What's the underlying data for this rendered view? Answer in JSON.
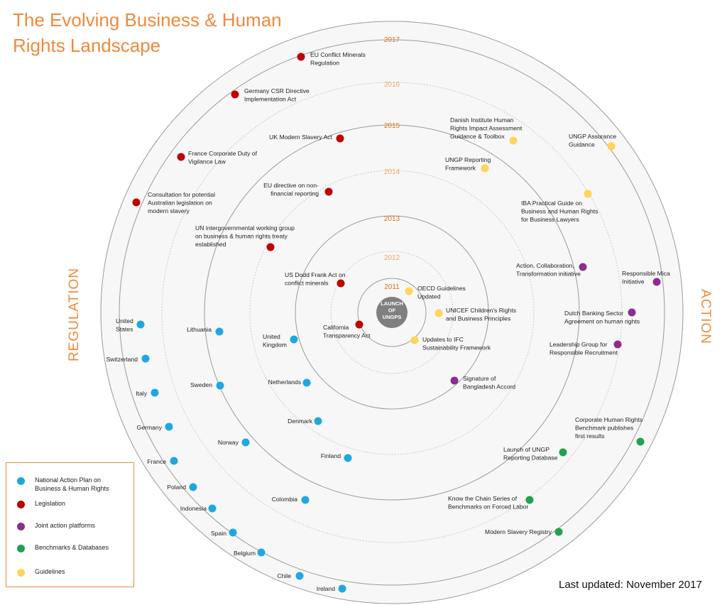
{
  "title": {
    "line1": "The Evolving Business & Human",
    "line2": "Rights Landscape"
  },
  "side_labels": {
    "left": "REGULATION",
    "right": "ACTION"
  },
  "last_updated": "Last updated: November 2017",
  "center": {
    "lines": [
      "LAUNCH",
      "OF",
      "UNGPS"
    ]
  },
  "years": [
    "2011",
    "2012",
    "2013",
    "2014",
    "2015",
    "2016",
    "2017"
  ],
  "colors": {
    "accent": "#ee8a3c",
    "national_action_plan": "#1fa8e0",
    "legislation": "#c00000",
    "joint_action": "#8e2c8e",
    "benchmarks": "#20a050",
    "guidelines": "#ffd45a",
    "center": "#7f7f7f",
    "ring": "#d9d9d9"
  },
  "legend": [
    {
      "label": "National Action Plan on\nBusiness & Human Rights",
      "category": "national_action_plan"
    },
    {
      "label": "Legislation",
      "category": "legislation"
    },
    {
      "label": "Joint action platforms",
      "category": "joint_action"
    },
    {
      "label": "Benchmarks & Databases",
      "category": "benchmarks"
    },
    {
      "label": "Guidelines",
      "category": "guidelines"
    }
  ],
  "events": [
    {
      "label": "EU Conflict Minerals\nRegulation",
      "category": "legislation"
    },
    {
      "label": "Germany CSR Directive\nImplementation Act",
      "category": "legislation"
    },
    {
      "label": "UK Modern Slavery Act",
      "category": "legislation"
    },
    {
      "label": "France Corporate Duty of\nVigilance Law",
      "category": "legislation"
    },
    {
      "label": "EU directive on non-\nfinancial reporting",
      "category": "legislation"
    },
    {
      "label": "Consultation for potential\nAustralian legislation on\nmodern slavery",
      "category": "legislation"
    },
    {
      "label": "UN intergovernmental working group\non business & human rights treaty\nestablished",
      "category": "legislation"
    },
    {
      "label": "US Dodd Frank Act on\nconflict minerals",
      "category": "legislation"
    },
    {
      "label": "California\nTransparency Act",
      "category": "legislation"
    },
    {
      "label": "Danish Institute Human\nRights Impact Assessment\nGuidance & Toolbox",
      "category": "guidelines"
    },
    {
      "label": "UNGP Assurance\nGuidance",
      "category": "guidelines"
    },
    {
      "label": "UNGP Reporting\nFramework",
      "category": "guidelines"
    },
    {
      "label": "IBA Practical Guide on\nBusiness and Human Rights\nfor Business Lawyers",
      "category": "guidelines"
    },
    {
      "label": "OECD Guidelines\nUpdated",
      "category": "guidelines"
    },
    {
      "label": "UNICEF Children's Rights\nand Business Principles",
      "category": "guidelines"
    },
    {
      "label": "Updates to IFC\nSustainability Framework",
      "category": "guidelines"
    },
    {
      "label": "Action, Collaboration,\nTransformation initiative",
      "category": "joint_action"
    },
    {
      "label": "Responsible Mica\nInitiative",
      "category": "joint_action"
    },
    {
      "label": "Dutch Banking Sector\nAgreement on human rights",
      "category": "joint_action"
    },
    {
      "label": "Leadership Group for\nResponsible Recruitment",
      "category": "joint_action"
    },
    {
      "label": "Signature of\nBangladesh Accord",
      "category": "joint_action"
    },
    {
      "label": "Corporate Human Rights\nBenchmark publishes\nfirst  results",
      "category": "benchmarks"
    },
    {
      "label": "Launch of UNGP\nReporting Database",
      "category": "benchmarks"
    },
    {
      "label": "Know the Chain Series of\nBenchmarks on Forced Labor",
      "category": "benchmarks"
    },
    {
      "label": "Modern Slavery Registry",
      "category": "benchmarks"
    },
    {
      "label": "United\nStates",
      "category": "national_action_plan"
    },
    {
      "label": "Lithuania",
      "category": "national_action_plan"
    },
    {
      "label": "United\nKingdom",
      "category": "national_action_plan"
    },
    {
      "label": "Switzerland",
      "category": "national_action_plan"
    },
    {
      "label": "Italy",
      "category": "national_action_plan"
    },
    {
      "label": "Sweden",
      "category": "national_action_plan"
    },
    {
      "label": "Netherlands",
      "category": "national_action_plan"
    },
    {
      "label": "Germany",
      "category": "national_action_plan"
    },
    {
      "label": "Denmark",
      "category": "national_action_plan"
    },
    {
      "label": "Norway",
      "category": "national_action_plan"
    },
    {
      "label": "Finland",
      "category": "national_action_plan"
    },
    {
      "label": "France",
      "category": "national_action_plan"
    },
    {
      "label": "Poland",
      "category": "national_action_plan"
    },
    {
      "label": "Indonesia",
      "category": "national_action_plan"
    },
    {
      "label": "Colombia",
      "category": "national_action_plan"
    },
    {
      "label": "Spain",
      "category": "national_action_plan"
    },
    {
      "label": "Belgium",
      "category": "national_action_plan"
    },
    {
      "label": "Chile",
      "category": "national_action_plan"
    },
    {
      "label": "Ireland",
      "category": "national_action_plan"
    }
  ]
}
